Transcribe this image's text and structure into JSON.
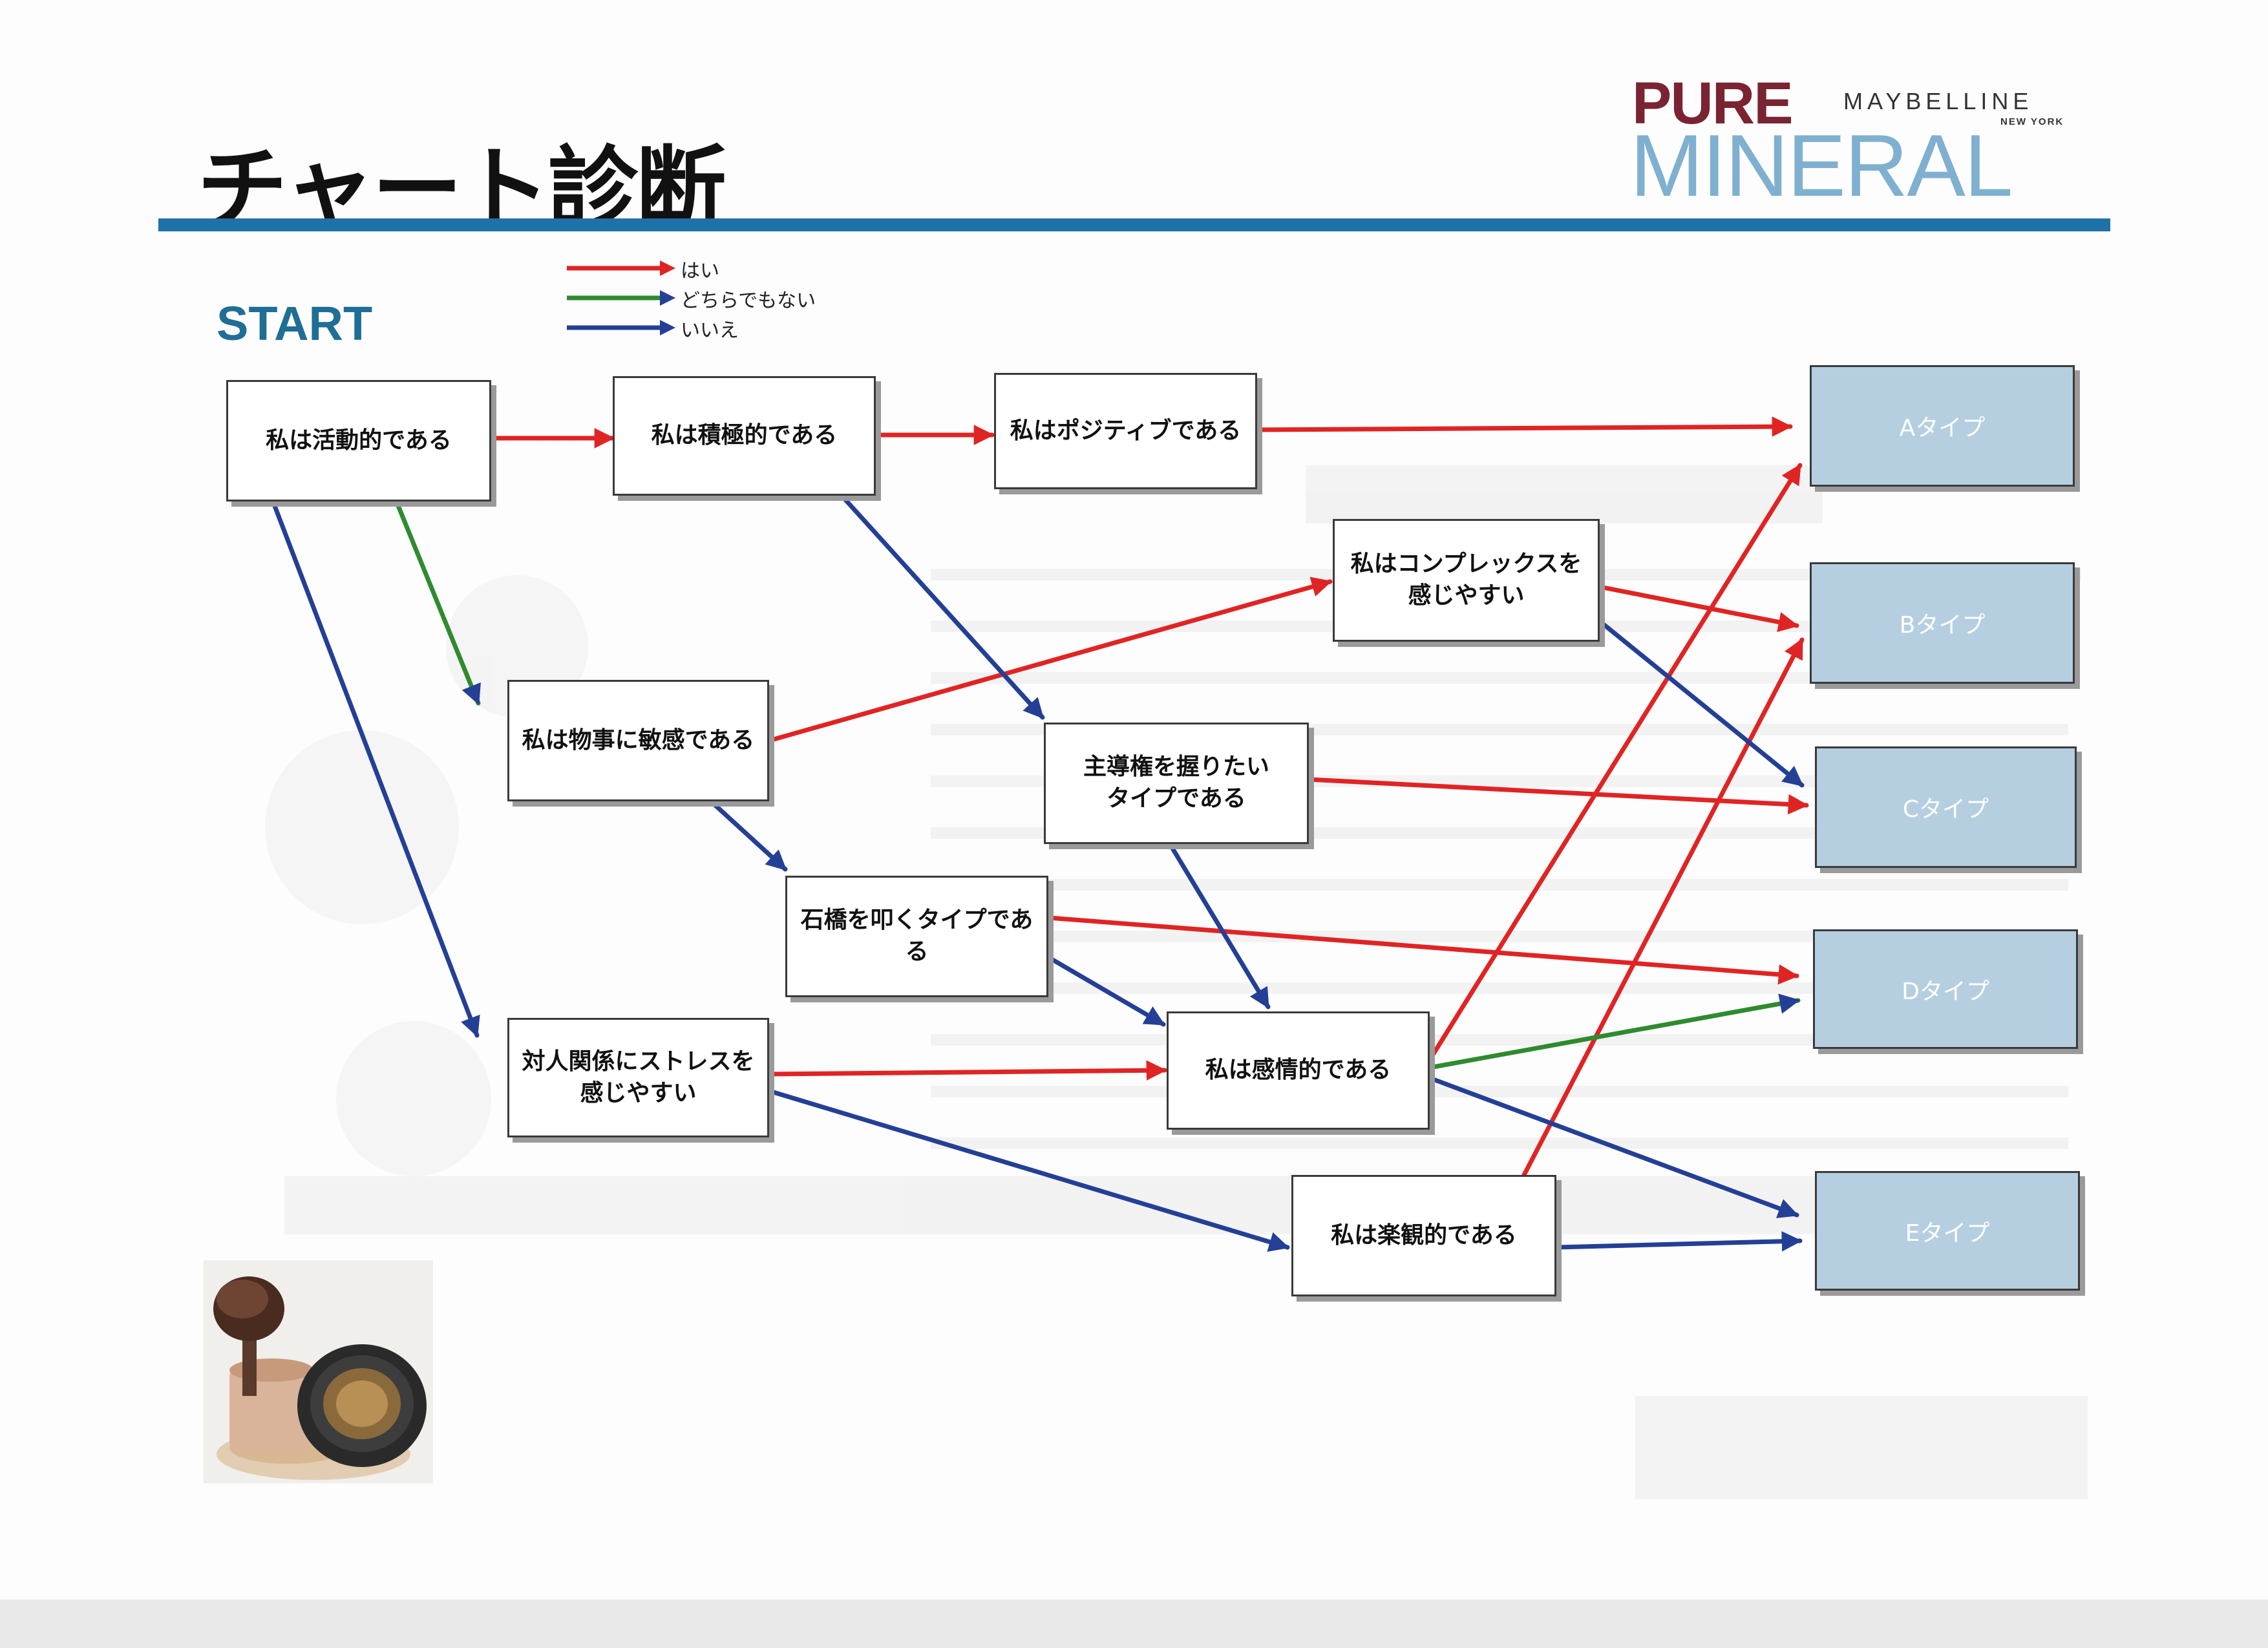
{
  "header": {
    "title": "チャート診断"
  },
  "brand": {
    "line1": "PURE",
    "maybelline": "MAYBELLINE",
    "newyork": "NEW YORK",
    "line2": "MINERAL"
  },
  "start_label": "START",
  "legend": [
    {
      "label": "はい",
      "color": "#e02424"
    },
    {
      "label": "どちらでもない",
      "color": "#2e8b2e"
    },
    {
      "label": "いいえ",
      "color": "#233f96"
    }
  ],
  "questions": {
    "active": "私は活動的である",
    "positive_attitude": "私は積極的である",
    "positive_thinking": "私はポジティブである",
    "complex": "私はコンプレックスを\n感じやすい",
    "sensitive": "私は物事に敏感である",
    "leadership": "主導権を握りたい\nタイプである",
    "cautious": "石橋を叩くタイプである",
    "stress": "対人関係にストレスを\n感じやすい",
    "emotional": "私は感情的である",
    "optimistic": "私は楽観的である"
  },
  "results": {
    "a": "Aタイプ",
    "b": "Bタイプ",
    "c": "Cタイプ",
    "d": "Dタイプ",
    "e": "Eタイプ"
  },
  "colors": {
    "yes": "#e02424",
    "neutral": "#2e8b2e",
    "no": "#233f96",
    "rule": "#1f72a8",
    "result_fill": "#b5cfe1"
  },
  "icons": {
    "product": "loose-powder-jar-with-brush-icon"
  }
}
